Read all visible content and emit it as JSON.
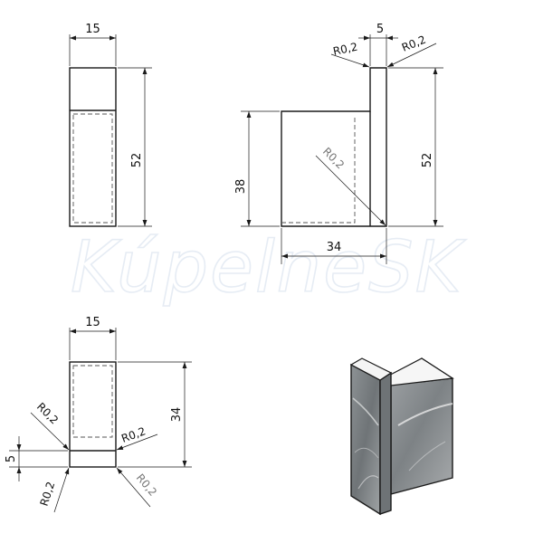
{
  "watermark": "KúpelneSK",
  "front_view": {
    "width_label": "15",
    "height_label": "52"
  },
  "side_view": {
    "thickness_label": "5",
    "radius_left_label": "R0,2",
    "radius_right_label": "R0,2",
    "radius_inner_label": "R0,2",
    "inner_height_label": "38",
    "total_height_label": "52",
    "depth_label": "34"
  },
  "bottom_view": {
    "width_label": "15",
    "height_label": "34",
    "thickness_label": "5",
    "radius_upper_left_label": "R0,2",
    "radius_upper_right_label": "R0,2",
    "radius_lower_left_label": "R0,2",
    "radius_lower_right_label": "R0,2"
  },
  "colors": {
    "line": "#1a1a1a",
    "marble_dark": "#7d8285",
    "marble_light": "#b5b8ba",
    "watermark": "#e6ecf4"
  }
}
